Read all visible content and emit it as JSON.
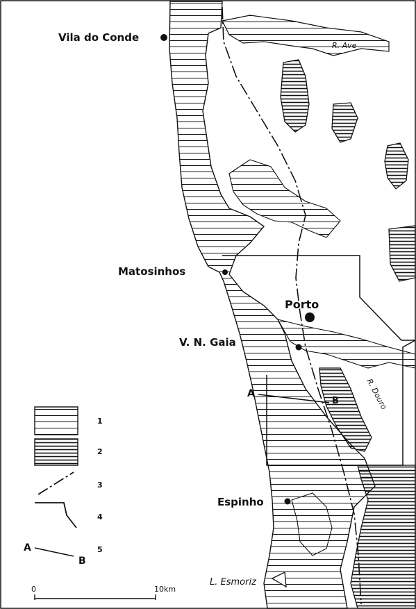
{
  "places": {
    "vila_do_conde": "Vila do Conde",
    "matosinhos": "Matosinhos",
    "porto": "Porto",
    "vn_gaia": "V. N. Gaia",
    "espinho": "Espinho"
  },
  "rivers": {
    "ave": "R. Ave",
    "douro": "R. Douro"
  },
  "lagoon": "L. Esmoriz",
  "profile": {
    "a": "A",
    "b": "B"
  },
  "legend": {
    "items": [
      "1",
      "2",
      "3",
      "4",
      "5"
    ],
    "a": "A",
    "b": "B"
  },
  "scale": {
    "start": "0",
    "end": "10km"
  },
  "colors": {
    "ink": "#111111",
    "paper": "#ffffff"
  }
}
